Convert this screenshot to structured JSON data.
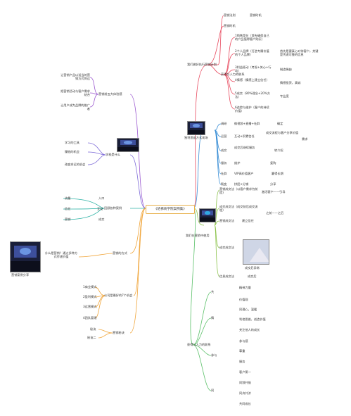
{
  "center": "《哈佛商学院案例集》",
  "groups": {
    "bonus": {
      "label": "营销前五大体验感"
    },
    "shaping": {
      "label": "我们做好执行营销计划"
    },
    "realization": {
      "label": "独特思维方式现场"
    },
    "learning": {
      "label": "学校是什么"
    },
    "core": {
      "label": "我们在营销中使用"
    },
    "cases": {
      "label": "回顾各种案例"
    },
    "companies": {
      "label": "公司是最好的7个机会"
    },
    "conclude": {
      "label": "营销秘诀"
    },
    "resonance": {
      "label": "获得与人力的联系"
    },
    "roles": {
      "label": "营销的方式"
    }
  },
  "nodes": {
    "b1": "营销法则",
    "b2": "营销时机",
    "b3": "1销售是在（首先确保自己的产品值得客户购买）",
    "b4": "2个人品牌（打造专属价值的个人品牌）",
    "b5": "首先是要真心对待客户，关键是传递可靠的信息",
    "b6": "3利益驱动（考虑+关心+行动）",
    "b7": "制造稀缺",
    "b8": "4情感（情感上建立信任）",
    "b9": "情感投资，真诚",
    "b10": "5成交（80%理念+20%方法）",
    "b11": "专业度",
    "b12": "6追踪与维护（客户的持续价值）",
    "s1": "调研",
    "s2": "做视频+直播+社群",
    "s3": "确定",
    "s4": "运营",
    "s5": "需求",
    "s6": "互动+积累信任",
    "s7": "成交",
    "s8": "成交流程与客户分享价值",
    "s9": "服务",
    "s10": "维护",
    "s11": "成交后继续服务",
    "s12": "复购",
    "s13": "转介绍",
    "s14": "社群",
    "s15": "转化",
    "s16": "VIP高价值客户",
    "s17": "赢得长期",
    "s18": "裂变",
    "s19": "拼团+分销",
    "s20": "分享",
    "s21": "案例",
    "r1": "营销成交法（以客户需求为前提)",
    "r2": "激活客户——引导",
    "r3": "成交成交法（成交前后成交流程）",
    "r4": "之前——之后",
    "r5": "营销成交法",
    "r6": "建立信任",
    "r7": "成交成交法",
    "r8": "成交后异常",
    "r9": "信息成交法",
    "r10": "成交后",
    "bn1": "让营销产品以适当的营销方式到达",
    "bn2": "把营销活动与客户需求结合",
    "bn3": "让用户成为品牌的推广者",
    "l1": "学习的工具",
    "l2": "赚钱的机会",
    "l3": "改变命运的机会",
    "c1": "流量",
    "c2": "入口",
    "c3": "信任",
    "c4": "互动",
    "c5": "营销",
    "c6": "成交",
    "cs1": "什么是营销？通过多种方式传递价值",
    "cs2": "营销案例分享",
    "co1": "1商业模式",
    "co2": "2盈利模式",
    "co3": "3运营模式",
    "co4": "4团队管理",
    "cl1": "秘诀",
    "cl2": "秘诀二",
    "rs1": "共",
    "rs2": "精神力量",
    "rs3": "价值观",
    "rs4": "情",
    "rs5": "同理心，温暖",
    "rs6": "利他思维，创造价值",
    "rs7": "关注他人的成长",
    "rs8": "参与",
    "rs9": "参与感",
    "rs10": "尊重",
    "rs11": "服务",
    "rs12": "客户第一",
    "rs13": "真诚",
    "rs14": "同",
    "rs15": "同频共振",
    "rs16": "同舟共济",
    "rs17": "共同成长"
  },
  "colors": {
    "red": "#e84a5f",
    "blue": "#3b8fd6",
    "green": "#5cc16a",
    "purple": "#9b59d0",
    "orange": "#f0a53a",
    "teal": "#2fb3a6",
    "violet": "#7d6ad8",
    "lime": "#8bc34a"
  }
}
